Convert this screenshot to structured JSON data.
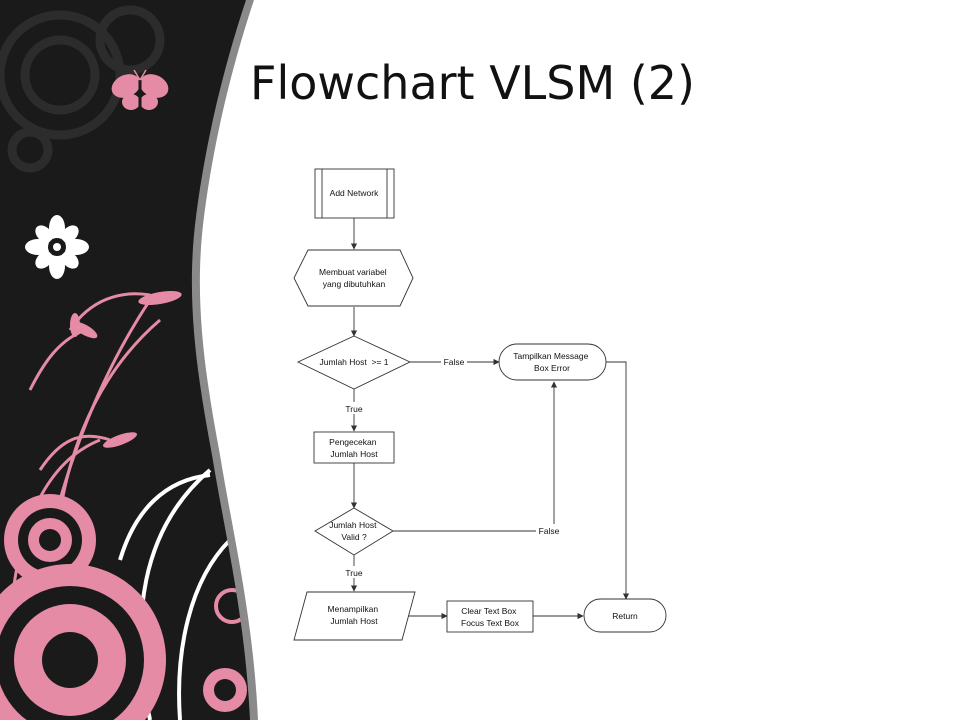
{
  "slide": {
    "title": "Flowchart VLSM (2)"
  },
  "theme": {
    "background_panel": "#1a1a1a",
    "accent_pink": "#e58ba6",
    "accent_white": "#ffffff",
    "slide_background": "#ffffff"
  },
  "decorations": {
    "icons": [
      "butterfly-icon",
      "flower-icon",
      "swirl-vines",
      "concentric-circles"
    ]
  },
  "flowchart": {
    "nodes": {
      "add_network": "Add Network",
      "membuat_variabel": [
        "Membuat variabel",
        "yang dibutuhkan"
      ],
      "jumlah_host_check": "Jumlah Host  >= 1",
      "tampilkan_error": [
        "Tampilkan Message",
        "Box Error"
      ],
      "pengecekan": [
        "Pengecekan",
        "Jumlah Host"
      ],
      "jumlah_host_valid": [
        "Jumlah Host",
        "Valid ?"
      ],
      "menampilkan": [
        "Menampilkan",
        "Jumlah Host"
      ],
      "clear_text": [
        "Clear Text Box",
        "Focus Text Box"
      ],
      "return": "Return"
    },
    "edge_labels": {
      "false_1": "False",
      "true_1": "True",
      "false_2": "False",
      "true_2": "True"
    }
  }
}
